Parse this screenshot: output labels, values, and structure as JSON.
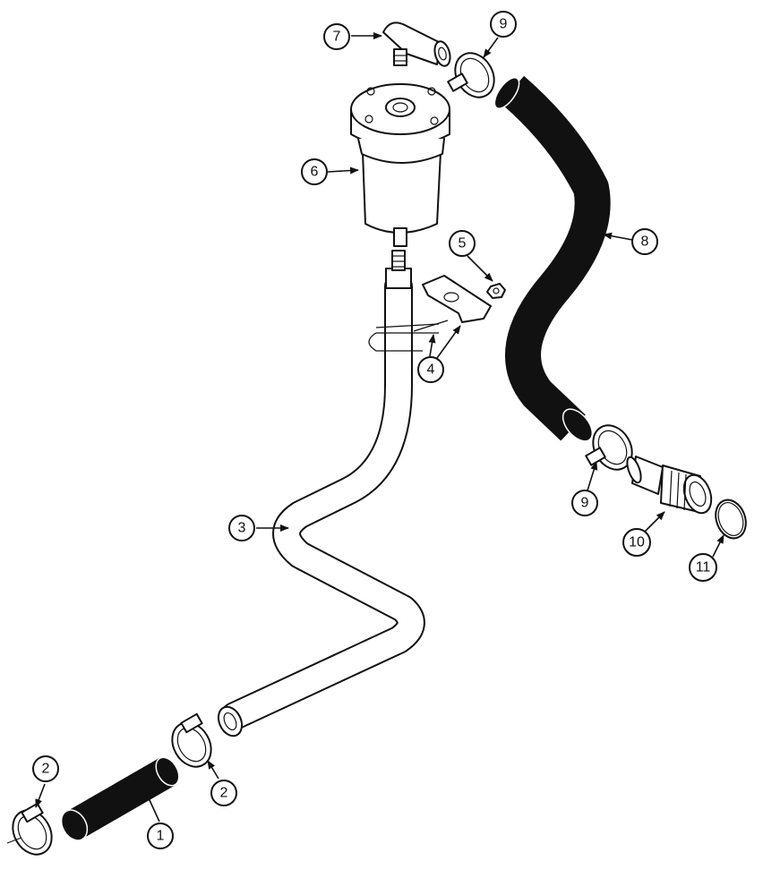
{
  "callouts": [
    {
      "id": "c1",
      "label": "1"
    },
    {
      "id": "c2a",
      "label": "2"
    },
    {
      "id": "c2b",
      "label": "2"
    },
    {
      "id": "c3",
      "label": "3"
    },
    {
      "id": "c4",
      "label": "4"
    },
    {
      "id": "c5",
      "label": "5"
    },
    {
      "id": "c6",
      "label": "6"
    },
    {
      "id": "c7",
      "label": "7"
    },
    {
      "id": "c8",
      "label": "8"
    },
    {
      "id": "c9a",
      "label": "9"
    },
    {
      "id": "c9b",
      "label": "9"
    },
    {
      "id": "c10",
      "label": "10"
    },
    {
      "id": "c11",
      "label": "11"
    }
  ],
  "colors": {
    "ink": "#111111",
    "paper": "#ffffff"
  }
}
